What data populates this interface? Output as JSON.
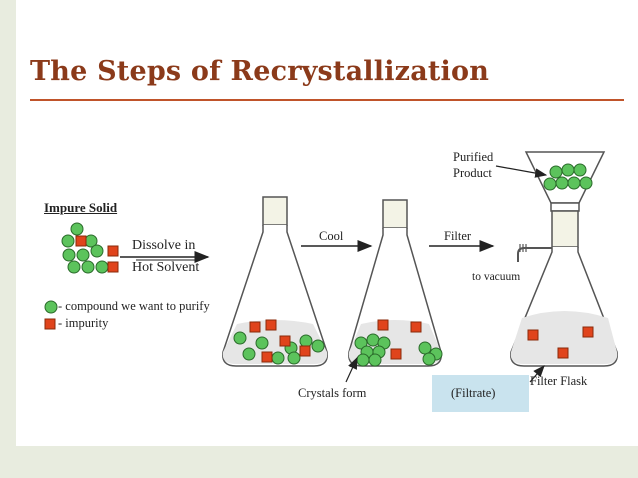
{
  "slide": {
    "title": "The Steps of Recrystallization"
  },
  "diagram": {
    "impure_solid": "Impure Solid",
    "dissolve_line1": "Dissolve in",
    "dissolve_line2": "Hot Solvent",
    "legend_compound": "- compound we want to purify",
    "legend_impurity": "- impurity",
    "cool": "Cool",
    "filter": "Filter",
    "purified_line1": "Purified",
    "purified_line2": "Product",
    "to_vacuum": "to vacuum",
    "crystals_form": "Crystals form",
    "filter_flask": "Filter Flask",
    "filtrate": "(Filtrate)"
  },
  "colors": {
    "title": "#8b3a1a",
    "rule": "#c0542a",
    "compound": "#5cc35c",
    "impurity": "#e0441c",
    "solution": "#e6e6e6",
    "filtrate_box": "#c9e3ee"
  }
}
